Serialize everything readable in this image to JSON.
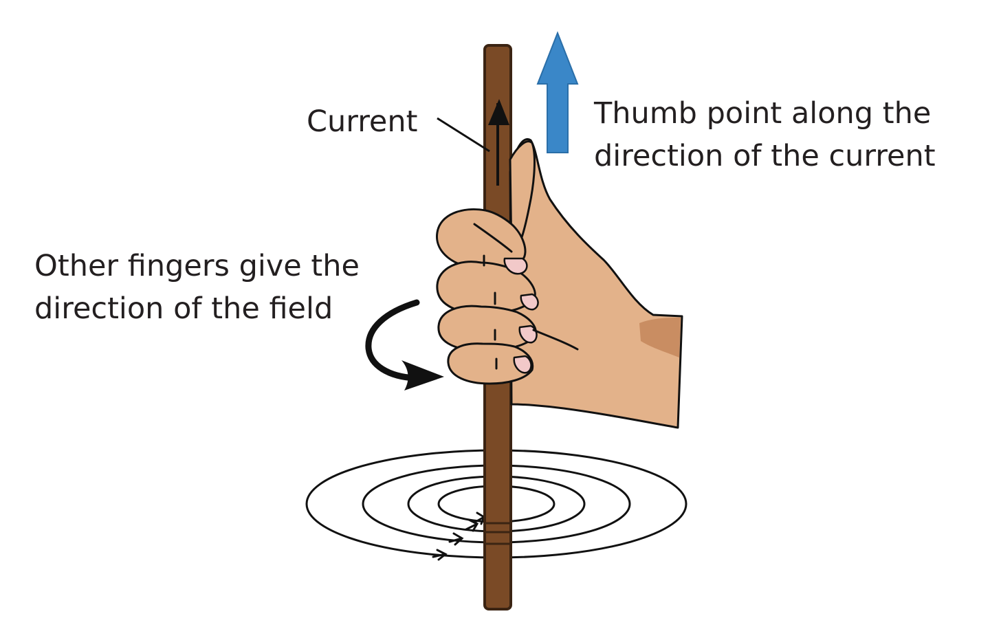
{
  "labels": {
    "current": "Current",
    "thumb": [
      "Thumb point along the",
      "direction of the current"
    ],
    "fingers": [
      "Other fingers give the",
      "direction of the field"
    ]
  },
  "colors": {
    "wire": "#7a4a26",
    "wire_outline": "#3b2413",
    "skin": "#e3b28a",
    "skin_shadow": "#c98d62",
    "nail": "#f2c9c9",
    "arrow_blue": "#3a87c8",
    "ink": "#111111"
  },
  "icons": {
    "thumb_arrow": "up-arrow-icon",
    "rotation_arrow": "curved-arrow-icon",
    "current_arrow": "up-arrow-icon"
  }
}
